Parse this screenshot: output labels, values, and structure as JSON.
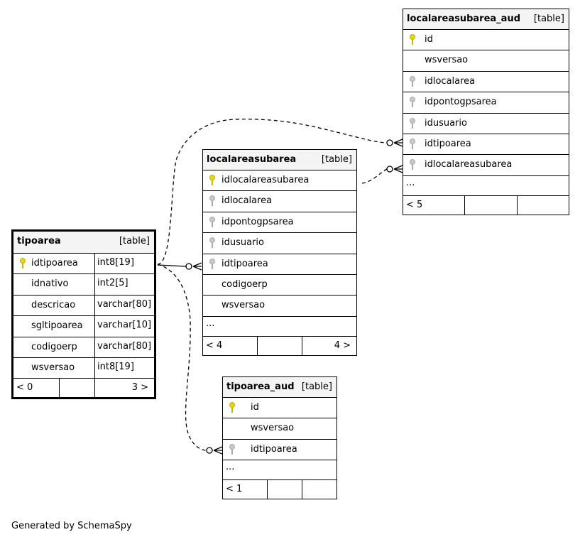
{
  "tables": {
    "localareasubarea_aud": {
      "name": "localareasubarea_aud",
      "type": "[table]",
      "columns": [
        "id",
        "wsversao",
        "idlocalarea",
        "idpontogpsarea",
        "idusuario",
        "idtipoarea",
        "idlocalareasubarea"
      ],
      "more": "...",
      "footer_left": "< 5",
      "footer_right": ""
    },
    "localareasubarea": {
      "name": "localareasubarea",
      "type": "[table]",
      "columns": [
        "idlocalareasubarea",
        "idlocalarea",
        "idpontogpsarea",
        "idusuario",
        "idtipoarea",
        "codigoerp",
        "wsversao"
      ],
      "more": "...",
      "footer_left": "< 4",
      "footer_right": "4 >"
    },
    "tipoarea": {
      "name": "tipoarea",
      "type": "[table]",
      "columns": [
        {
          "name": "idtipoarea",
          "type": "int8[19]"
        },
        {
          "name": "idnativo",
          "type": "int2[5]"
        },
        {
          "name": "descricao",
          "type": "varchar[80]"
        },
        {
          "name": "sgltipoarea",
          "type": "varchar[10]"
        },
        {
          "name": "codigoerp",
          "type": "varchar[80]"
        },
        {
          "name": "wsversao",
          "type": "int8[19]"
        }
      ],
      "footer_left": "< 0",
      "footer_right": "3 >"
    },
    "tipoarea_aud": {
      "name": "tipoarea_aud",
      "type": "[table]",
      "columns": [
        "id",
        "wsversao",
        "idtipoarea"
      ],
      "more": "...",
      "footer_left": "< 1",
      "footer_right": ""
    }
  },
  "generated_by": "Generated by SchemaSpy",
  "colors": {
    "primary_key": "#e8d800",
    "foreign_key": "#b0b0b0",
    "header_bg": "#f4f4f4"
  }
}
